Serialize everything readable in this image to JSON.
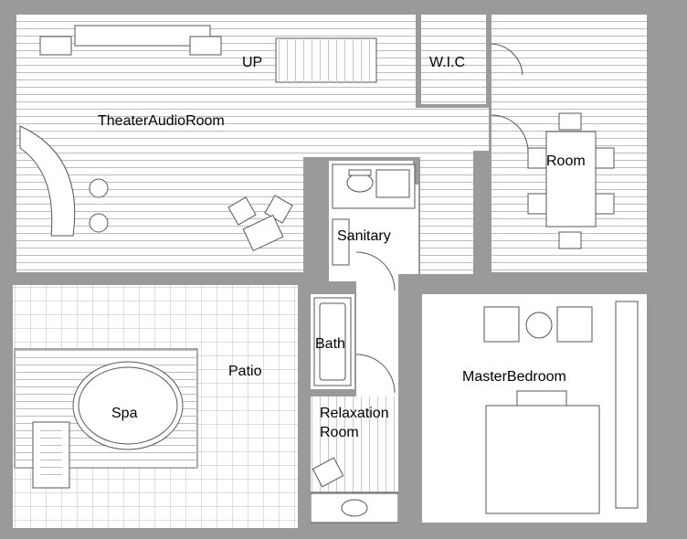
{
  "plan": {
    "title": "",
    "colors": {
      "wall": "#9a9a9a",
      "floor": "#ffffff",
      "line": "#bdbdbd",
      "furniture": "#555555",
      "text": "#000000"
    },
    "labels": {
      "up": "UP",
      "wic": "W.I.C",
      "theater": "TheaterAudioRoom",
      "room": "Room",
      "sanitary": "Sanitary",
      "bath": "Bath",
      "patio": "Patio",
      "spa": "Spa",
      "relaxation_line1": "Relaxation",
      "relaxation_line2": "Room",
      "master_bedroom": "MasterBedroom"
    }
  }
}
